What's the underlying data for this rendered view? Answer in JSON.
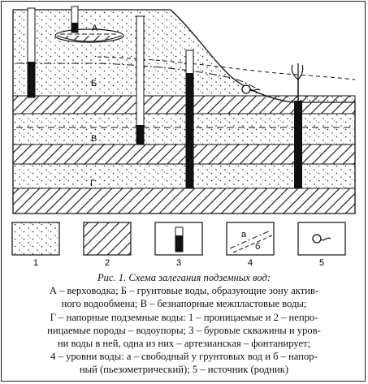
{
  "labels": {
    "a": "А",
    "b": "Б",
    "v": "В",
    "g": "Г"
  },
  "legend": [
    {
      "num": "1"
    },
    {
      "num": "2"
    },
    {
      "num": "3"
    },
    {
      "num": "4",
      "sub_a": "а",
      "sub_b": "б"
    },
    {
      "num": "5"
    }
  ],
  "caption": {
    "title": "Рис. 1. Схема залегания подземных вод:",
    "lines": [
      "А – верховодка; Б – грунтовые воды, образующие зону актив-",
      "ного водообмена; В – безнапорные межпластовые воды;",
      "Г – напорные подземные воды: 1 – проницаемые и 2 – непро-",
      "ницаемые породы – водоупоры; 3 – буровые скважины и уров-",
      "ни воды в ней, одна из них – артезианская – фонтанирует;",
      "4 – уровни воды: а – свободный у грунтовых вод и б – напор-",
      "ный (пьезометрический); 5 – источник (родник)"
    ]
  }
}
